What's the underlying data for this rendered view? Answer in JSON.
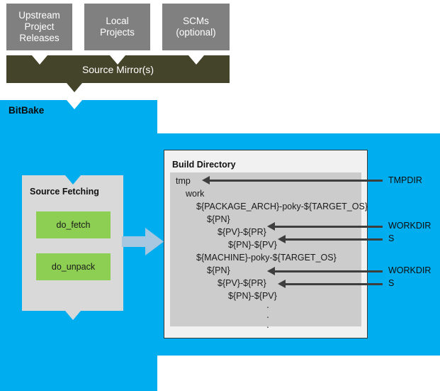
{
  "diagram": {
    "title": "BitBake Source Fetching and Build Directory Layout",
    "colors": {
      "source_box": "#808080",
      "mirror_bar": "#44442B",
      "bitbake_region": "#00AEEF",
      "panel_gray": "#D9D9D9",
      "task_green": "#8CCF52",
      "build_dir_bg": "#F1F1F1",
      "tree_bg": "#CCCCCC",
      "arrow_dark": "#3E3E3E",
      "flow_arrow": "#A7C6E0"
    },
    "sources": [
      {
        "id": "upstream",
        "label": "Upstream\nProject\nReleases"
      },
      {
        "id": "local",
        "label": "Local\nProjects"
      },
      {
        "id": "scms",
        "label": "SCMs\n(optional)"
      }
    ],
    "mirror": {
      "label": "Source Mirror(s)"
    },
    "bitbake": {
      "label": "BitBake",
      "source_fetching": {
        "title": "Source Fetching",
        "tasks": [
          {
            "id": "do-fetch",
            "label": "do_fetch"
          },
          {
            "id": "do-unpack",
            "label": "do_unpack"
          }
        ]
      }
    },
    "build_directory": {
      "title": "Build Directory",
      "tree": [
        {
          "id": "tmp",
          "label": "tmp",
          "indent": 0
        },
        {
          "id": "work",
          "label": "work",
          "indent": 1
        },
        {
          "id": "package-arch",
          "label": "${PACKAGE_ARCH}-poky-${TARGET_OS}",
          "indent": 2
        },
        {
          "id": "pn-1",
          "label": "${PN}",
          "indent": 3
        },
        {
          "id": "pv-pr-1",
          "label": "${PV}-${PR}",
          "indent": 4
        },
        {
          "id": "pn-pv-1",
          "label": "${PN}-${PV}",
          "indent": 5
        },
        {
          "id": "machine",
          "label": "${MACHINE}-poky-${TARGET_OS}",
          "indent": 2
        },
        {
          "id": "pn-2",
          "label": "${PN}",
          "indent": 3
        },
        {
          "id": "pv-pr-2",
          "label": "${PV}-${PR}",
          "indent": 4
        },
        {
          "id": "pn-pv-2",
          "label": "${PN}-${PV}",
          "indent": 5
        }
      ],
      "ellipsis": [
        ".",
        ".",
        "."
      ]
    },
    "annotations": [
      {
        "id": "tmpdir",
        "label": "TMPDIR",
        "points_to": "tmp"
      },
      {
        "id": "workdir-1",
        "label": "WORKDIR",
        "points_to": "pv-pr-1"
      },
      {
        "id": "s-1",
        "label": "S",
        "points_to": "pn-pv-1"
      },
      {
        "id": "workdir-2",
        "label": "WORKDIR",
        "points_to": "pv-pr-2"
      },
      {
        "id": "s-2",
        "label": "S",
        "points_to": "pn-pv-2"
      }
    ]
  }
}
